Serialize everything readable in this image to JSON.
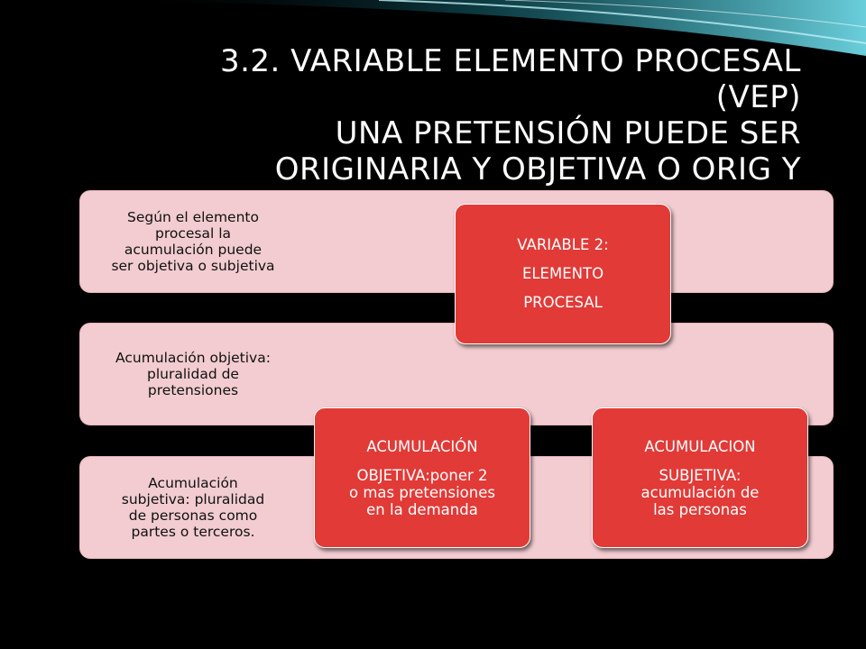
{
  "slide": {
    "title_lines": [
      "3.2. VARIABLE ELEMENTO PROCESAL",
      "(VEP)",
      "UNA PRETENSIÓN PUEDE SER",
      "ORIGINARIA Y OBJETIVA O ORIG Y"
    ],
    "accent_color": "#2fb8c9"
  },
  "bands": [
    {
      "lines": [
        "Según el elemento",
        "procesal la",
        "acumulación puede",
        "ser objetiva o subjetiva"
      ]
    },
    {
      "lines": [
        "Acumulación objetiva:",
        "pluralidad de",
        "pretensiones"
      ]
    },
    {
      "lines": [
        "Acumulación",
        "subjetiva: pluralidad",
        "de personas como",
        "partes o terceros."
      ]
    }
  ],
  "nodes": {
    "root": {
      "lines": [
        "VARIABLE 2:",
        "ELEMENTO",
        "PROCESAL"
      ]
    },
    "left": {
      "heading": "ACUMULACIÓN",
      "lines": [
        "OBJETIVA:poner 2",
        "o mas pretensiones",
        "en la demanda"
      ]
    },
    "right": {
      "heading": "ACUMULACION",
      "lines": [
        "SUBJETIVA:",
        "acumulación de",
        "las personas"
      ]
    }
  },
  "colors": {
    "band_fill": "#f2ccd0",
    "node_fill": "#e23a37",
    "connector": "#f2ccd0"
  }
}
